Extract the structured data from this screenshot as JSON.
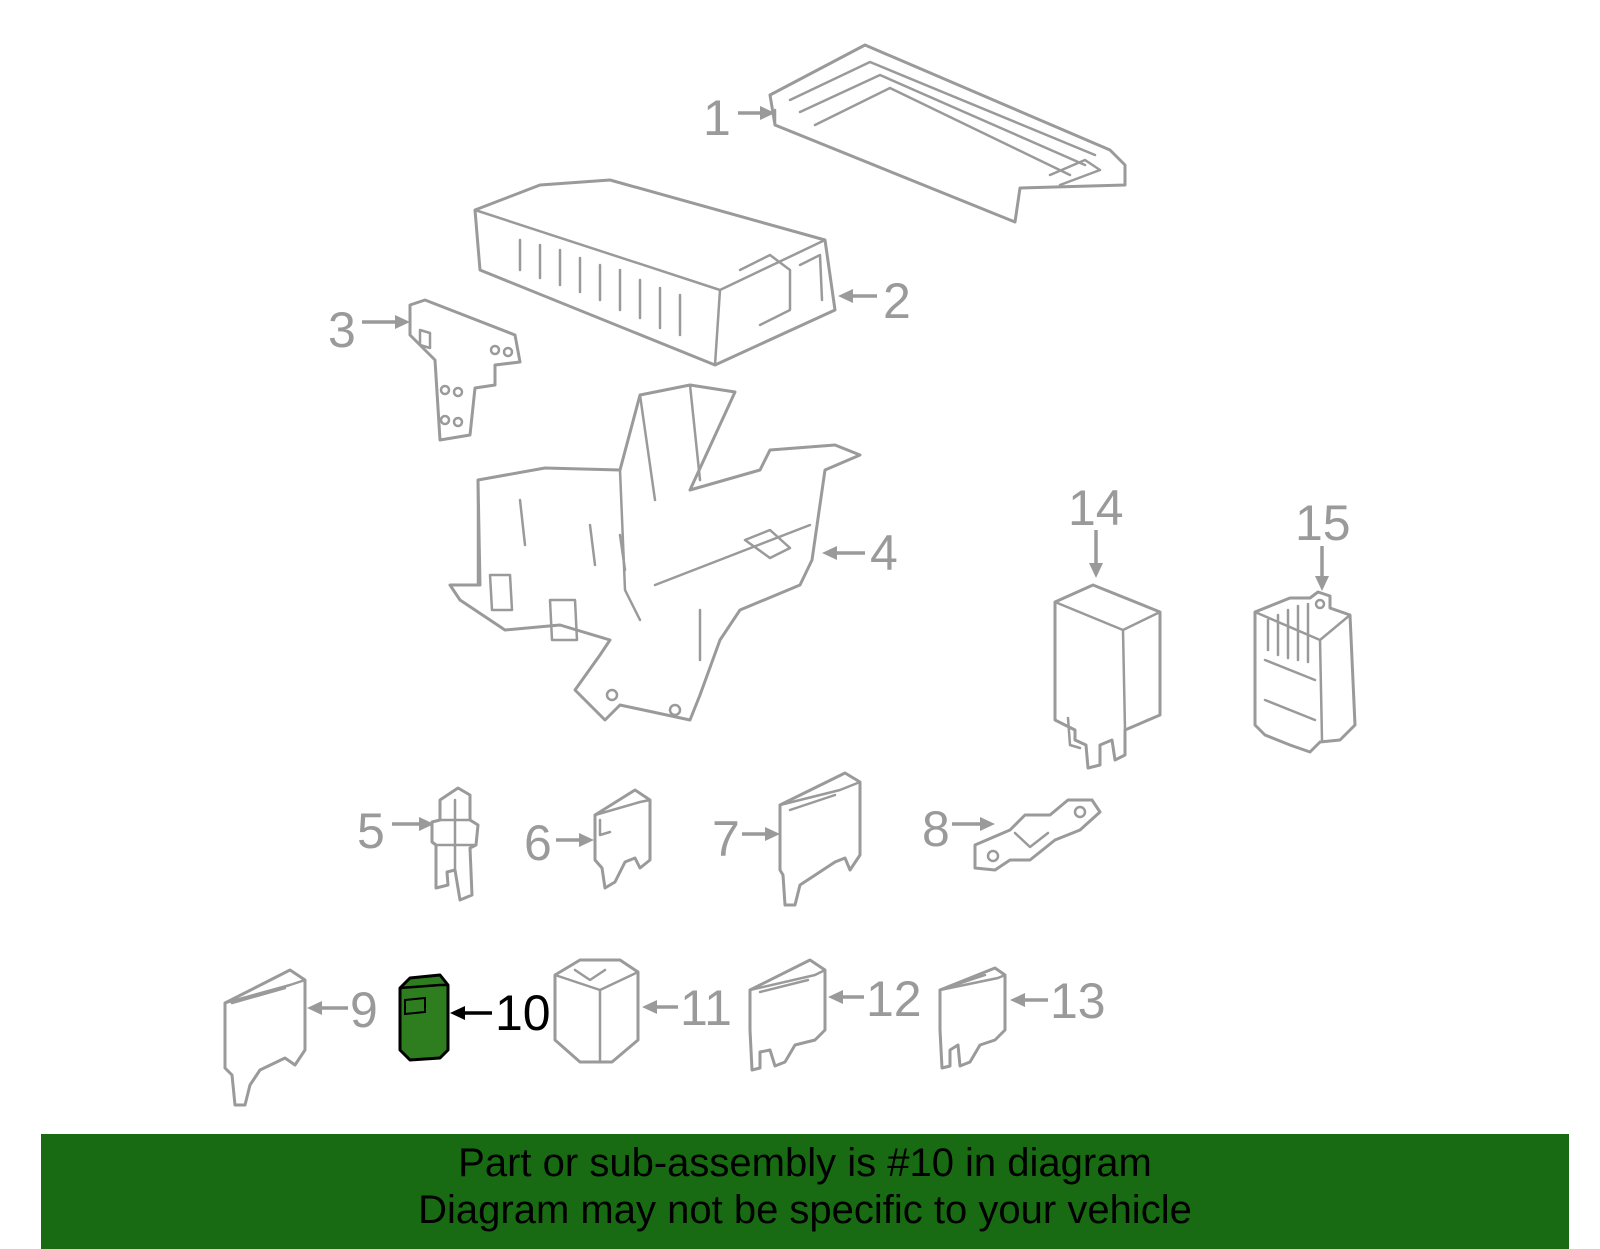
{
  "colors": {
    "line": "#9a9a9a",
    "highlight_fill": "#2e7d1f",
    "highlight_text": "#000000",
    "banner_bg": "#186b12",
    "banner_text": "#000000"
  },
  "callouts": {
    "c1": "1",
    "c2": "2",
    "c3": "3",
    "c4": "4",
    "c5": "5",
    "c6": "6",
    "c7": "7",
    "c8": "8",
    "c9": "9",
    "c10": "10",
    "c11": "11",
    "c12": "12",
    "c13": "13",
    "c14": "14",
    "c15": "15"
  },
  "highlighted_part": "10",
  "banner": {
    "line1": "Part or sub-assembly is #10 in diagram",
    "line2": "Diagram may not be specific to your vehicle"
  }
}
